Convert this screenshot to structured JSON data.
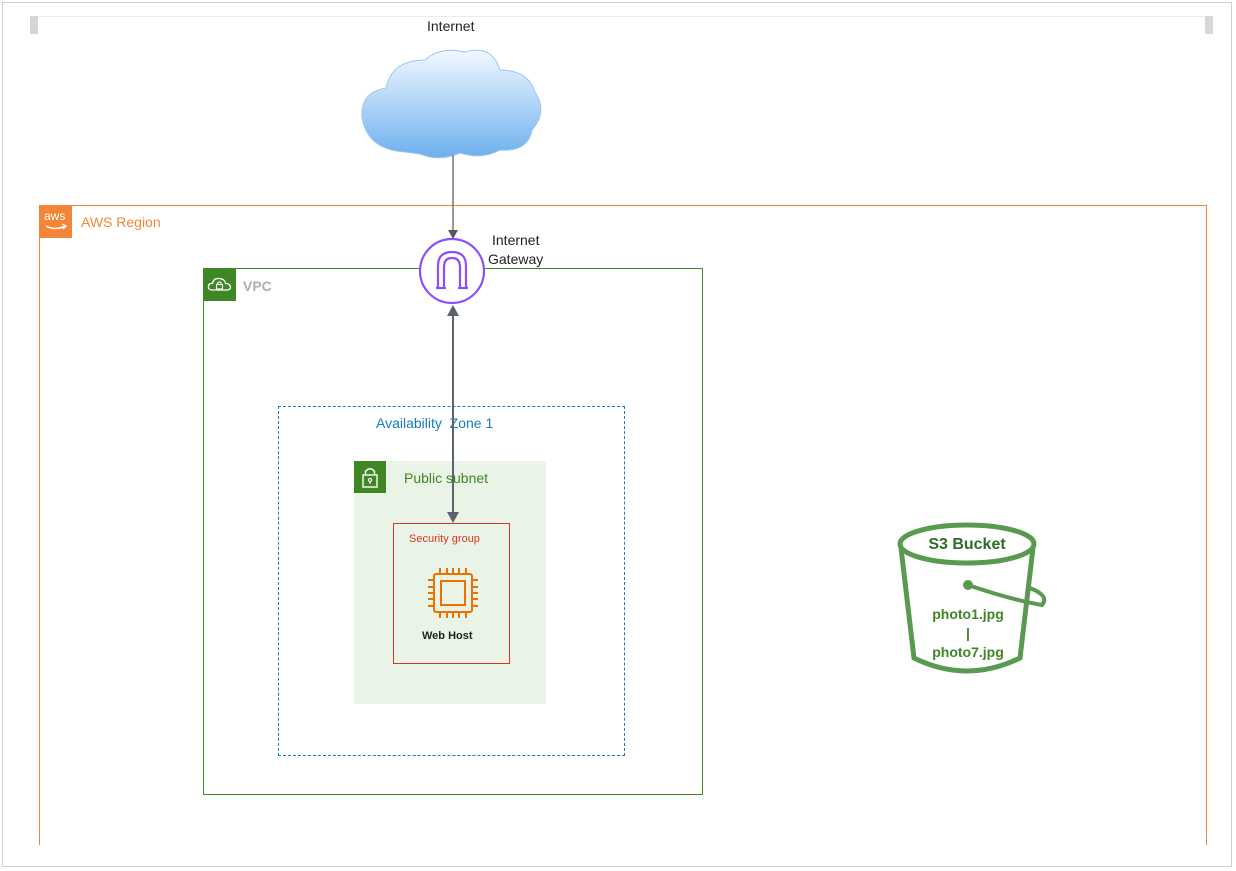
{
  "labels": {
    "internet": "Internet",
    "aws_region": "AWS Region",
    "internet_gateway_line1": "Internet",
    "internet_gateway_line2": "Gateway",
    "vpc": "VPC",
    "availability_zone": "Availability  Zone 1",
    "public_subnet": "Public subnet",
    "security_group": "Security group",
    "web_host": "Web Host",
    "s3_bucket": "S3 Bucket",
    "object_first": "photo1.jpg",
    "object_separator": "|",
    "object_last": "photo7.jpg",
    "aws_logo_text": "aws"
  },
  "colors": {
    "region": "#f58536",
    "vpc": "#3f8624",
    "availability_zone": "#147eba",
    "subnet_fill": "#e9f3e6",
    "security_group": "#dd3522",
    "gateway": "#8c4fff",
    "ec2": "#ed7100",
    "s3": "#5a9a50",
    "vpc_label": "#a8b0b8"
  },
  "icons": {
    "cloud": "internet-cloud-icon",
    "gateway": "internet-gateway-icon",
    "region": "aws-logo-icon",
    "vpc": "vpc-cloud-lock-icon",
    "subnet": "padlock-icon",
    "ec2": "ec2-instance-chip-icon",
    "s3": "s3-bucket-icon"
  }
}
